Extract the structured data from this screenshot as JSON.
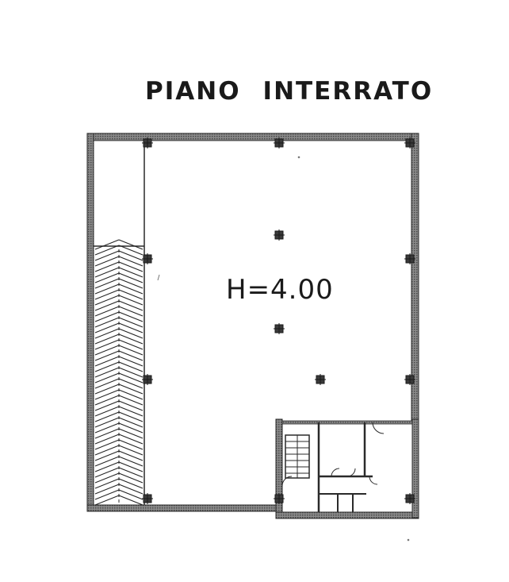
{
  "floor_plan": {
    "title_words": [
      "PIANO",
      "INTERRATO"
    ],
    "room_height_label": "H=4.00",
    "colors": {
      "ink": "#2a2a2a",
      "wall_fill": "#6e6e6e",
      "paper": "#ffffff"
    }
  }
}
